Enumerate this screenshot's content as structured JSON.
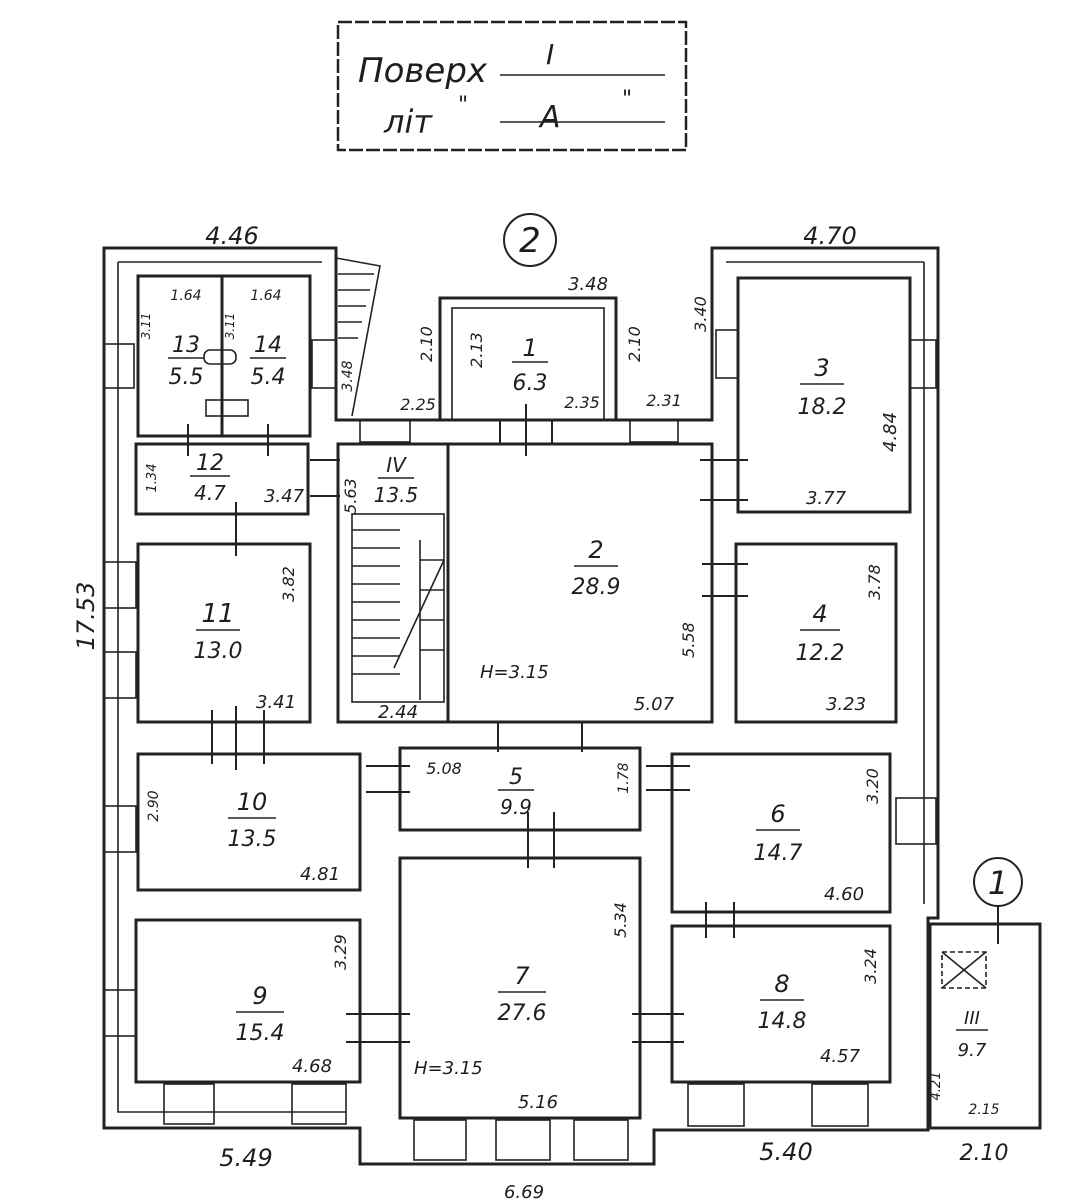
{
  "stamp": {
    "floor_label": "Поверх",
    "floor_value": "I",
    "letter_label": "літ",
    "letter_value": "А",
    "ditto_mark": "\""
  },
  "overall": {
    "left_height": "17.53",
    "top_left_width": "4.46",
    "top_right_width": "4.70",
    "bottom_left_width": "5.49",
    "bottom_right_width": "5.40",
    "bottom_annex_width": "2.10",
    "bottom_center": "6.69"
  },
  "entrances": [
    {
      "label": "2"
    },
    {
      "label": "1"
    }
  ],
  "rooms": [
    {
      "id": "13",
      "num": "13",
      "area": "5.5",
      "dims": [
        "1.64",
        "3.11"
      ]
    },
    {
      "id": "14",
      "num": "14",
      "area": "5.4",
      "dims": [
        "1.64",
        "3.11"
      ]
    },
    {
      "id": "1",
      "num": "1",
      "area": "6.3",
      "dims": [
        "3.48",
        "2.13",
        "2.10",
        "2.10",
        "2.35",
        "2.25",
        "2.31"
      ]
    },
    {
      "id": "3",
      "num": "3",
      "area": "18.2",
      "dims": [
        "3.40",
        "4.84",
        "3.77"
      ]
    },
    {
      "id": "12",
      "num": "12",
      "area": "4.7",
      "dims": [
        "1.34",
        "3.47"
      ]
    },
    {
      "id": "IV",
      "num": "IV",
      "area": "13.5",
      "dims": [
        "5.63",
        "3.48",
        "2.44"
      ]
    },
    {
      "id": "2",
      "num": "2",
      "area": "28.9",
      "dims": [
        "5.58",
        "5.07"
      ],
      "height": "H=3.15"
    },
    {
      "id": "4",
      "num": "4",
      "area": "12.2",
      "dims": [
        "3.78",
        "3.23"
      ]
    },
    {
      "id": "11",
      "num": "11",
      "area": "13.0",
      "dims": [
        "3.82",
        "3.41"
      ]
    },
    {
      "id": "10",
      "num": "10",
      "area": "13.5",
      "dims": [
        "2.90",
        "4.81"
      ]
    },
    {
      "id": "5",
      "num": "5",
      "area": "9.9",
      "dims": [
        "5.08",
        "1.78"
      ]
    },
    {
      "id": "6",
      "num": "6",
      "area": "14.7",
      "dims": [
        "3.20",
        "4.60"
      ]
    },
    {
      "id": "7",
      "num": "7",
      "area": "27.6",
      "dims": [
        "5.34",
        "5.16"
      ],
      "height": "H=3.15"
    },
    {
      "id": "9",
      "num": "9",
      "area": "15.4",
      "dims": [
        "3.29",
        "4.68"
      ]
    },
    {
      "id": "8",
      "num": "8",
      "area": "14.8",
      "dims": [
        "3.24",
        "4.57"
      ]
    },
    {
      "id": "III",
      "num": "III",
      "area": "9.7",
      "dims": [
        "4.21",
        "2.15"
      ]
    }
  ]
}
